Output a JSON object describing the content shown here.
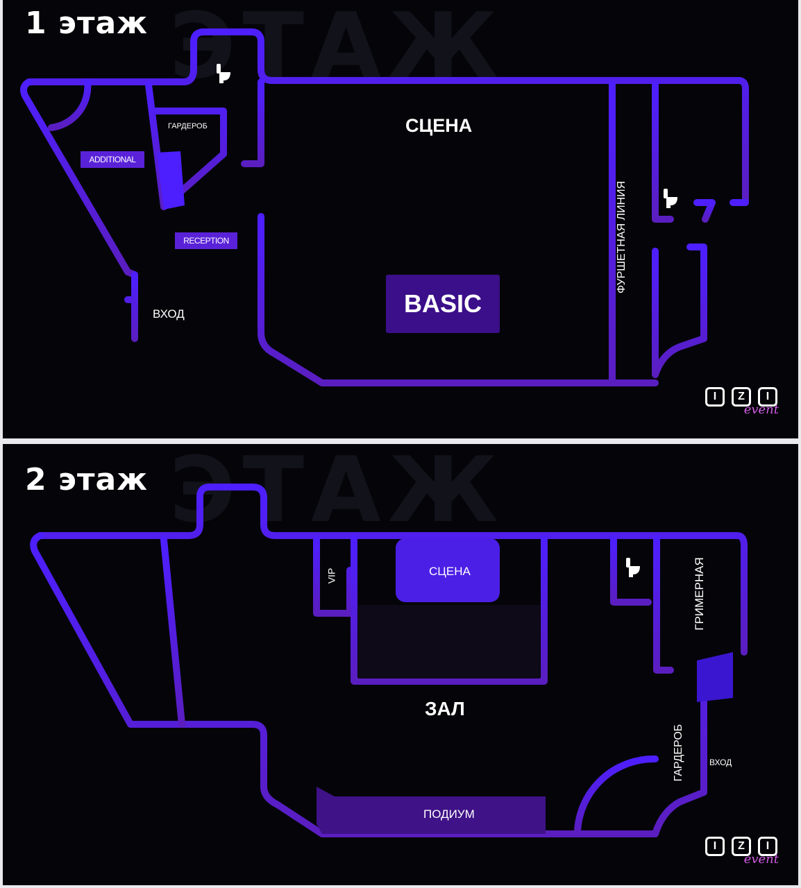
{
  "colors": {
    "wall": "#4d1fff",
    "wall_dim": "#5a1ec0",
    "accent": "#5a22d8",
    "stage_block": "#4b1fe6",
    "podium": "#3f1288",
    "background": "#050509"
  },
  "floor1": {
    "title": "1 этаж",
    "background_text": "ЭТАЖ",
    "rooms": {
      "stage": "СЦЕНА",
      "wardrobe": "ГАРДЕРОБ",
      "entrance": "ВХОД",
      "buffet_line": "ФУРШЕТНАЯ ЛИНИЯ"
    },
    "tags": {
      "additional": "ADDITIONAL",
      "reception": "RECEPTION",
      "basic": "BASIC"
    },
    "icons": [
      "toilet-icon",
      "toilet-icon"
    ]
  },
  "floor2": {
    "title": "2 этаж",
    "background_text": "ЭТАЖ",
    "rooms": {
      "vip": "VIP",
      "stage": "СЦЕНА",
      "hall": "ЗАЛ",
      "podium": "ПОДИУМ",
      "dressing_room": "ГРИМЕРНАЯ",
      "wardrobe": "ГАРДЕРОБ",
      "entrance": "ВХОД"
    },
    "icons": [
      "toilet-icon"
    ]
  },
  "logo": {
    "letters": [
      "I",
      "Z",
      "I"
    ],
    "script": "event"
  }
}
